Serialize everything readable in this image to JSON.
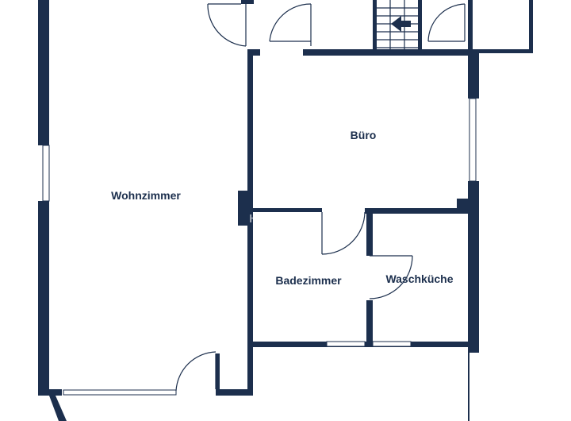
{
  "rooms": {
    "wohnzimmer": "Wohnzimmer",
    "buero": "Büro",
    "badezimmer": "Badezimmer",
    "waschkueche": "Waschküche"
  },
  "watermark": "HOME",
  "colors": {
    "wall": "#1c2f4d",
    "background": "#ffffff"
  },
  "icons": {
    "stair_direction": "left-arrow-icon"
  }
}
